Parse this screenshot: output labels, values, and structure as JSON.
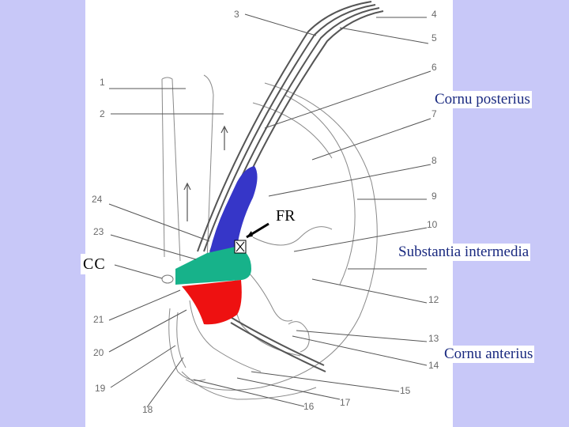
{
  "labels": {
    "cornu_posterius": "Cornu posterius",
    "substantia_intermedia": "Substantia intermedia",
    "cornu_anterius": "Cornu anterius",
    "fr": "FR",
    "cc": "CC"
  },
  "numbers": [
    "1",
    "2",
    "3",
    "4",
    "5",
    "6",
    "7",
    "8",
    "9",
    "10",
    "12",
    "13",
    "14",
    "15",
    "16",
    "17",
    "18",
    "19",
    "20",
    "21",
    "23",
    "24"
  ],
  "colors": {
    "background": "#c8c8f8",
    "panel": "#ffffff",
    "posterior_region": "#3636c8",
    "intermediate_region": "#17b28a",
    "anterior_region": "#ee1111",
    "label_text": "#1a2a80"
  }
}
